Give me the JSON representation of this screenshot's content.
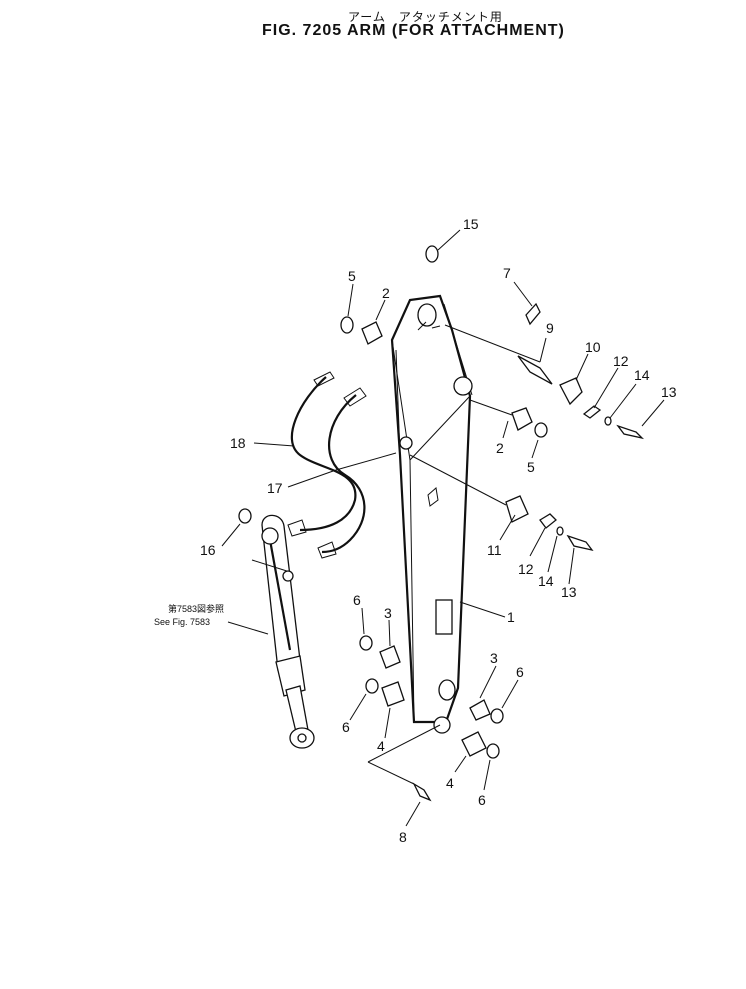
{
  "header": {
    "subtitle_jp": "アーム　アタッチメント用",
    "title": "FIG. 7205  ARM (FOR ATTACHMENT)"
  },
  "note": {
    "jp": "第7583図参照",
    "en": "See Fig. 7583"
  },
  "callouts": [
    {
      "id": "c15",
      "text": "15"
    },
    {
      "id": "c5a",
      "text": "5"
    },
    {
      "id": "c2a",
      "text": "2"
    },
    {
      "id": "c7",
      "text": "7"
    },
    {
      "id": "c9",
      "text": "9"
    },
    {
      "id": "c10",
      "text": "10"
    },
    {
      "id": "c12a",
      "text": "12"
    },
    {
      "id": "c14a",
      "text": "14"
    },
    {
      "id": "c13a",
      "text": "13"
    },
    {
      "id": "c18",
      "text": "18"
    },
    {
      "id": "c2b",
      "text": "2"
    },
    {
      "id": "c5b",
      "text": "5"
    },
    {
      "id": "c17",
      "text": "17"
    },
    {
      "id": "c16",
      "text": "16"
    },
    {
      "id": "c11",
      "text": "11"
    },
    {
      "id": "c12b",
      "text": "12"
    },
    {
      "id": "c14b",
      "text": "14"
    },
    {
      "id": "c13b",
      "text": "13"
    },
    {
      "id": "c1",
      "text": "1"
    },
    {
      "id": "c6a",
      "text": "6"
    },
    {
      "id": "c3a",
      "text": "3"
    },
    {
      "id": "c3b",
      "text": "3"
    },
    {
      "id": "c6b",
      "text": "6"
    },
    {
      "id": "c6c",
      "text": "6"
    },
    {
      "id": "c4a",
      "text": "4"
    },
    {
      "id": "c4b",
      "text": "4"
    },
    {
      "id": "c6d",
      "text": "6"
    },
    {
      "id": "c8",
      "text": "8"
    }
  ]
}
